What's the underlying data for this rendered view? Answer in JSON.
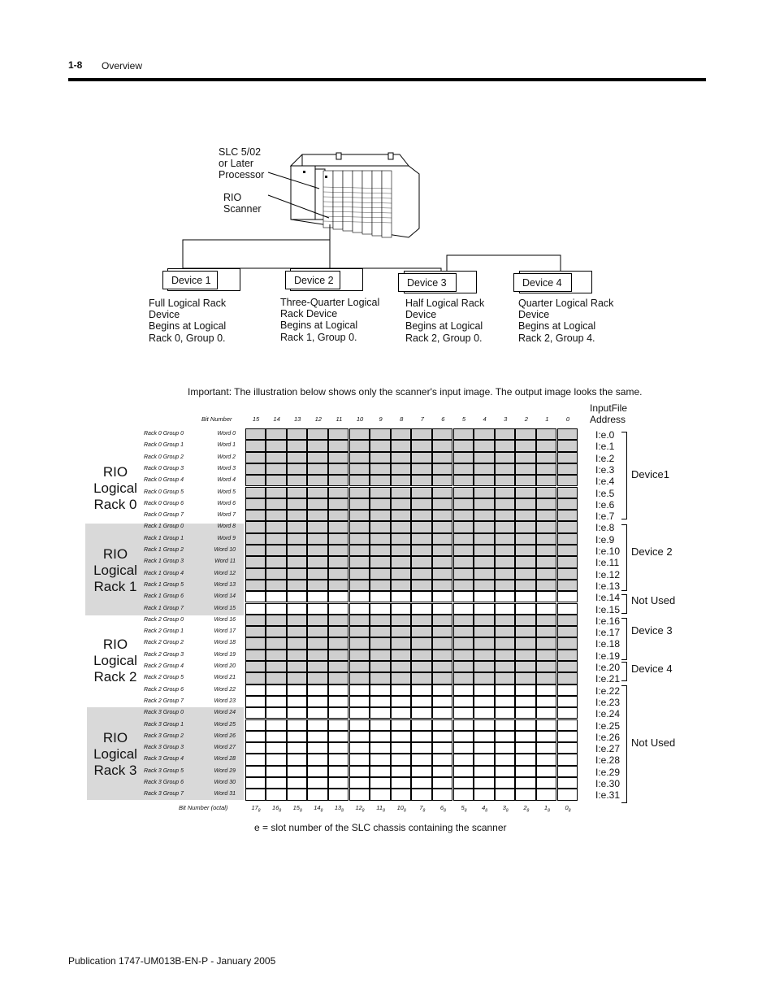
{
  "header": {
    "page_number": "1-8",
    "section": "Overview"
  },
  "figure": {
    "processor_label": [
      "SLC 5/02",
      "or Later",
      "Processor"
    ],
    "scanner_label": [
      "RIO",
      "Scanner"
    ],
    "devices": [
      {
        "name": "Device 1",
        "desc": [
          "Full Logical Rack",
          "Device",
          "Begins at Logical",
          "Rack 0, Group 0."
        ]
      },
      {
        "name": "Device 2",
        "desc": [
          "Three-Quarter Logical",
          "Rack Device",
          "Begins at Logical",
          "Rack 1, Group 0."
        ]
      },
      {
        "name": "Device 3",
        "desc": [
          "Half Logical Rack",
          "Device",
          "Begins at Logical",
          "Rack 2, Group 0."
        ]
      },
      {
        "name": "Device 4",
        "desc": [
          "Quarter Logical Rack",
          "Device",
          "Begins at Logical",
          "Rack 2, Group 4."
        ]
      }
    ]
  },
  "important_note": "Important:  The illustration below shows only the scanner's input  image.  The output image looks the same.",
  "table": {
    "input_header": [
      "InputFile",
      "Address"
    ],
    "bit_number_label": "Bit Number",
    "bit_number_octal_label": "Bit Number (octal)",
    "bits": [
      "15",
      "14",
      "13",
      "12",
      "11",
      "10",
      "9",
      "8",
      "7",
      "6",
      "5",
      "4",
      "3",
      "2",
      "1",
      "0"
    ],
    "bits_octal": [
      "17",
      "16",
      "15",
      "14",
      "13",
      "12",
      "11",
      "10",
      "7",
      "6",
      "5",
      "4",
      "3",
      "2",
      "1",
      "0"
    ],
    "octal_subscript": "8",
    "racks": [
      {
        "title": [
          "RIO",
          "Logical",
          "Rack 0"
        ],
        "shaded": false
      },
      {
        "title": [
          "RIO",
          "Logical",
          "Rack 1"
        ],
        "shaded": true
      },
      {
        "title": [
          "RIO",
          "Logical",
          "Rack 2"
        ],
        "shaded": false
      },
      {
        "title": [
          "RIO",
          "Logical",
          "Rack 3"
        ],
        "shaded": true
      }
    ],
    "rows": [
      {
        "group": "Rack 0 Group 0",
        "word": "Word 0",
        "addr": "I:e.0",
        "used": true
      },
      {
        "group": "Rack 0 Group 1",
        "word": "Word 1",
        "addr": "I:e.1",
        "used": true
      },
      {
        "group": "Rack 0 Group 2",
        "word": "Word 2",
        "addr": "I:e.2",
        "used": true
      },
      {
        "group": "Rack 0 Group 3",
        "word": "Word 3",
        "addr": "I:e.3",
        "used": true
      },
      {
        "group": "Rack 0 Group 4",
        "word": "Word 4",
        "addr": "I:e.4",
        "used": true
      },
      {
        "group": "Rack 0 Group 5",
        "word": "Word 5",
        "addr": "I:e.5",
        "used": true
      },
      {
        "group": "Rack 0 Group 6",
        "word": "Word 6",
        "addr": "I:e.6",
        "used": true
      },
      {
        "group": "Rack 0 Group 7",
        "word": "Word 7",
        "addr": "I:e.7",
        "used": true
      },
      {
        "group": "Rack 1 Group 0",
        "word": "Word 8",
        "addr": "I:e.8",
        "used": true
      },
      {
        "group": "Rack 1 Group 1",
        "word": "Word 9",
        "addr": "I:e.9",
        "used": true
      },
      {
        "group": "Rack 1 Group 2",
        "word": "Word 10",
        "addr": "I:e.10",
        "used": true
      },
      {
        "group": "Rack 1 Group 3",
        "word": "Word 11",
        "addr": "I:e.11",
        "used": true
      },
      {
        "group": "Rack 1 Group 4",
        "word": "Word 12",
        "addr": "I:e.12",
        "used": true
      },
      {
        "group": "Rack 1 Group 5",
        "word": "Word 13",
        "addr": "I:e.13",
        "used": true
      },
      {
        "group": "Rack 1 Group 6",
        "word": "Word 14",
        "addr": "I:e.14",
        "used": false
      },
      {
        "group": "Rack 1 Group 7",
        "word": "Word 15",
        "addr": "I:e.15",
        "used": false
      },
      {
        "group": "Rack 2 Group 0",
        "word": "Word 16",
        "addr": "I:e.16",
        "used": true
      },
      {
        "group": "Rack 2 Group 1",
        "word": "Word 17",
        "addr": "I:e.17",
        "used": true
      },
      {
        "group": "Rack 2 Group 2",
        "word": "Word 18",
        "addr": "I:e.18",
        "used": true
      },
      {
        "group": "Rack 2 Group 3",
        "word": "Word 19",
        "addr": "I:e.19",
        "used": true
      },
      {
        "group": "Rack 2 Group 4",
        "word": "Word 20",
        "addr": "I:e.20",
        "used": true
      },
      {
        "group": "Rack 2 Group 5",
        "word": "Word 21",
        "addr": "I:e.21",
        "used": true
      },
      {
        "group": "Rack 2 Group 6",
        "word": "Word 22",
        "addr": "I:e.22",
        "used": false
      },
      {
        "group": "Rack 2 Group 7",
        "word": "Word 23",
        "addr": "I:e.23",
        "used": false
      },
      {
        "group": "Rack 3 Group 0",
        "word": "Word 24",
        "addr": "I:e.24",
        "used": false
      },
      {
        "group": "Rack 3 Group 1",
        "word": "Word 25",
        "addr": "I:e.25",
        "used": false
      },
      {
        "group": "Rack 3 Group 2",
        "word": "Word 26",
        "addr": "I:e.26",
        "used": false
      },
      {
        "group": "Rack 3 Group 3",
        "word": "Word 27",
        "addr": "I:e.27",
        "used": false
      },
      {
        "group": "Rack 3 Group 4",
        "word": "Word 28",
        "addr": "I:e.28",
        "used": false
      },
      {
        "group": "Rack 3 Group 5",
        "word": "Word 29",
        "addr": "I:e.29",
        "used": false
      },
      {
        "group": "Rack  3 Group 6",
        "word": "Word 30",
        "addr": "I:e.30",
        "used": false
      },
      {
        "group": "Rack 3 Group 7",
        "word": "Word 31",
        "addr": "I:e.31",
        "used": false
      }
    ],
    "groupings": [
      {
        "label": "Device1"
      },
      {
        "label": "Device 2"
      },
      {
        "label": "Not Used"
      },
      {
        "label": "Device 3"
      },
      {
        "label": "Device 4"
      },
      {
        "label": "Not Used"
      }
    ]
  },
  "footnote": "e = slot number of the SLC chassis containing the scanner",
  "footer": "Publication 1747-UM013B-EN-P - January 2005"
}
